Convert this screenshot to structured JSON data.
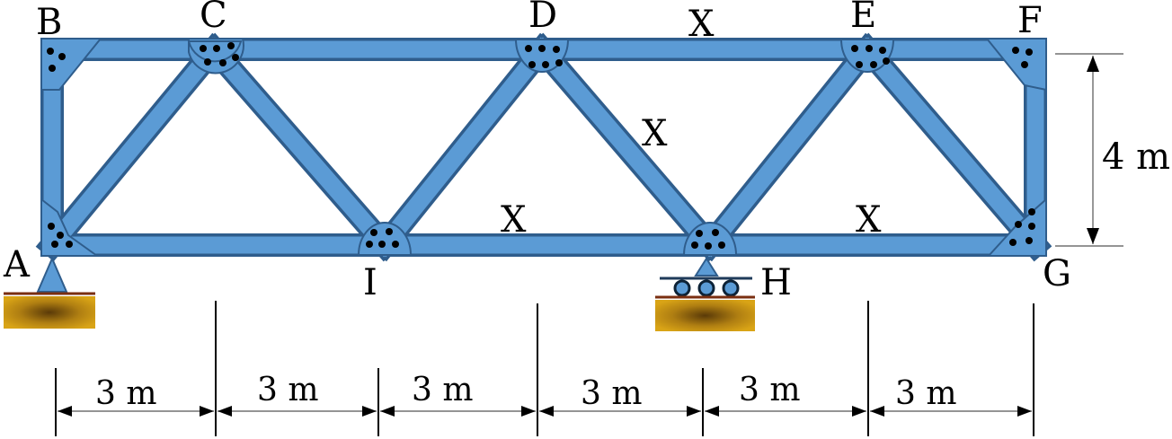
{
  "nodes": {
    "A": "A",
    "B": "B",
    "C": "C",
    "D": "D",
    "E": "E",
    "F": "F",
    "G": "G",
    "H": "H",
    "I": "I"
  },
  "zero_force_marks": [
    "X",
    "X",
    "X",
    "X"
  ],
  "height_label": "4 m",
  "span_labels": [
    "3 m",
    "3 m",
    "3 m",
    "3 m",
    "3 m",
    "3 m"
  ],
  "colors": {
    "member": "#5b9bd5",
    "member_outline": "#2f5d8c",
    "ground": "#c8960c"
  }
}
